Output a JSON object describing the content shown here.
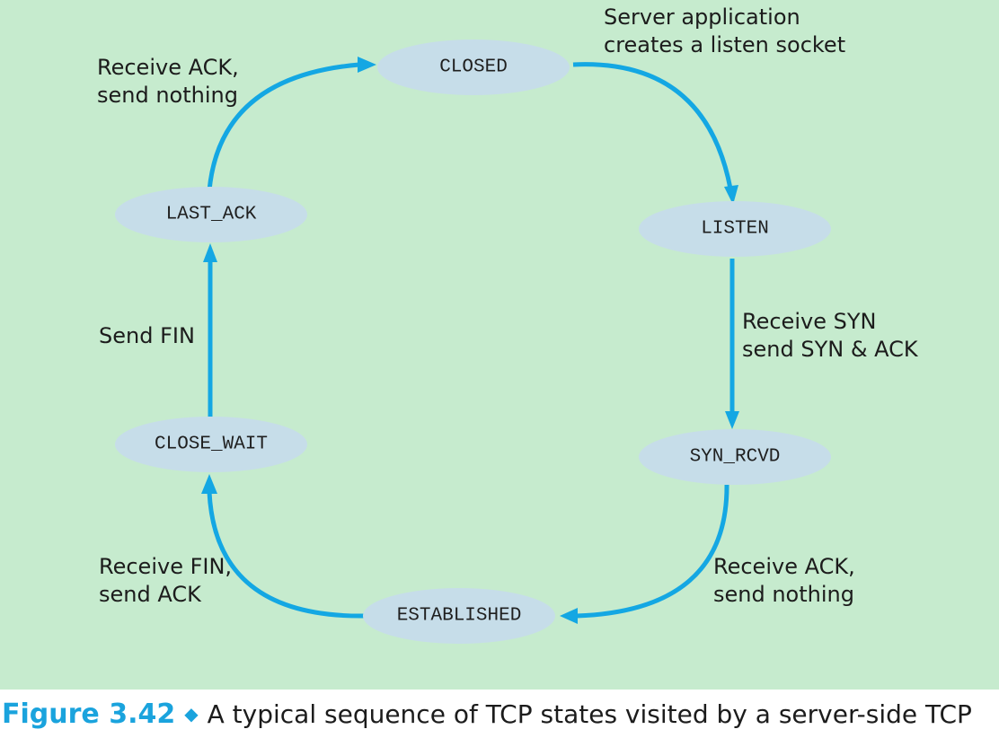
{
  "colors": {
    "panel_background": "#c6ebce",
    "state_fill": "#c6dde9",
    "arrow": "#14a7e3",
    "caption_accent": "#1aa3dd"
  },
  "states": {
    "closed": "CLOSED",
    "listen": "LISTEN",
    "syn_rcvd": "SYN_RCVD",
    "established": "ESTABLISHED",
    "close_wait": "CLOSE_WAIT",
    "last_ack": "LAST_ACK"
  },
  "transitions": {
    "closed_to_listen": [
      "Server application",
      "creates a listen socket"
    ],
    "listen_to_syn_rcvd": [
      "Receive SYN",
      "send SYN & ACK"
    ],
    "syn_rcvd_to_established": [
      "Receive ACK,",
      "send nothing"
    ],
    "established_to_close_wait": [
      "Receive FIN,",
      "send ACK"
    ],
    "close_wait_to_last_ack": [
      "Send FIN"
    ],
    "last_ack_to_closed": [
      "Receive ACK,",
      "send nothing"
    ]
  },
  "caption": {
    "label": "Figure 3.42",
    "separator_icon": "diamond-icon",
    "text": "A typical sequence of TCP states visited by a server-side TCP"
  }
}
